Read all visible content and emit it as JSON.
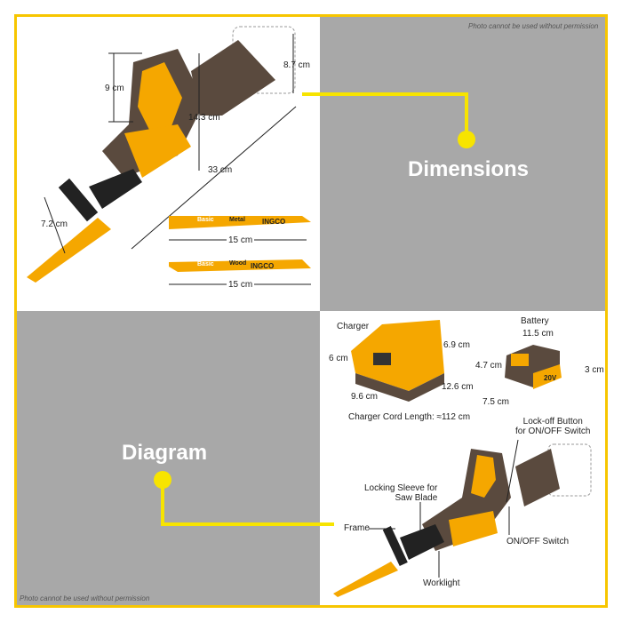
{
  "permission_notice_top": "Photo cannot be used without permission",
  "permission_notice_bottom": "Photo cannot be used without permission",
  "sections": {
    "dimensions": "Dimensions",
    "diagram": "Diagram"
  },
  "colors": {
    "accent": "#f7c600",
    "panel_gray": "#a8a8a8",
    "tool_orange": "#f5a700",
    "tool_brown": "#5a4a3e"
  },
  "brand": "INGCO",
  "saw_dimensions": {
    "height_body": "9 cm",
    "battery_height": "8.7 cm",
    "overall_height": "14.3 cm",
    "length": "33 cm",
    "frame": "7.2 cm"
  },
  "blades": [
    {
      "type": "Metal",
      "series": "Basic",
      "length": "15 cm"
    },
    {
      "type": "Wood",
      "series": "Basic",
      "length": "15 cm"
    }
  ],
  "charger": {
    "title": "Charger",
    "height_front": "6 cm",
    "height_back": "6.9 cm",
    "width": "9.6 cm",
    "depth": "12.6 cm",
    "cord": "Charger Cord Length: ≈112 cm"
  },
  "battery": {
    "title": "Battery",
    "length": "11.5 cm",
    "height": "4.7 cm",
    "height_front": "3 cm",
    "width": "7.5 cm",
    "voltage": "20V"
  },
  "callouts": {
    "lock_off": "Lock-off Button\nfor ON/OFF Switch",
    "locking_sleeve": "Locking Sleeve for\nSaw Blade",
    "frame": "Frame",
    "on_off": "ON/OFF Switch",
    "worklight": "Worklight"
  }
}
